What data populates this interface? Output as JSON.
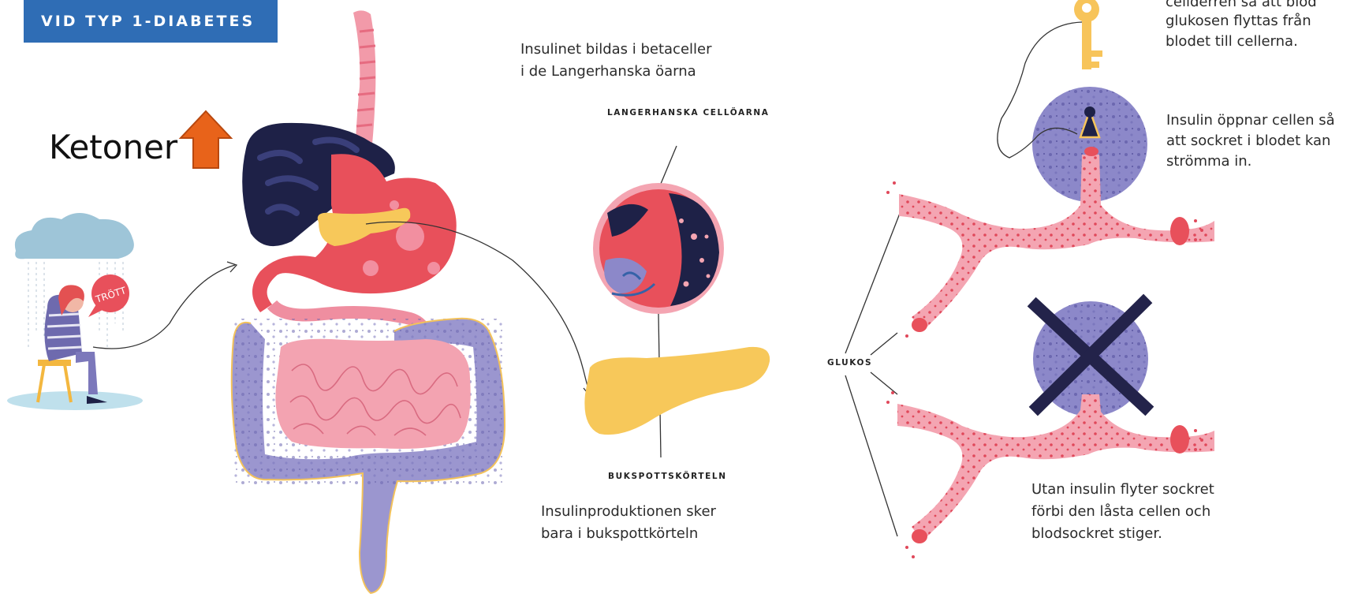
{
  "banner": {
    "title": "VID TYP 1-DIABETES"
  },
  "ketoner": {
    "label": "Ketoner",
    "arrow_icon": "up-arrow-icon",
    "arrow_color": "#e8631a"
  },
  "figure": {
    "trott_label": "TRÖTT",
    "langerhans_label": "LANGERHANSKA CELLÖARNA",
    "insulin_formed_text": [
      "Insulinet bildas i betaceller",
      "i de Langerhanska öarna"
    ],
    "pancreas_label": "BUKSPOTTSKÖRTELN",
    "production_text": [
      "Insulinproduktionen sker",
      "bara i bukspottkörteln"
    ],
    "glucose_label": "GLUKOS",
    "key_text": [
      "cellderren så att blod",
      "glukosen flyttas från",
      "blodet till cellerna."
    ],
    "open_text": [
      "Insulin öppnar cellen så",
      "att sockret i blodet kan",
      "strömma in."
    ],
    "without_text": [
      "Utan insulin flyter sockret",
      "förbi den låsta cellen och",
      "blodsockret stiger."
    ]
  },
  "colors": {
    "banner": "#2f6db5",
    "liver": "#1e2147",
    "stomach": "#e8505b",
    "pancreas": "#f7c85a",
    "intestine": "#f3a3b1",
    "colon": "#9b96cf",
    "cell": "#8c88c9",
    "vessel": "#f4a5b2",
    "cross": "#23234a",
    "key": "#f7c45a"
  }
}
